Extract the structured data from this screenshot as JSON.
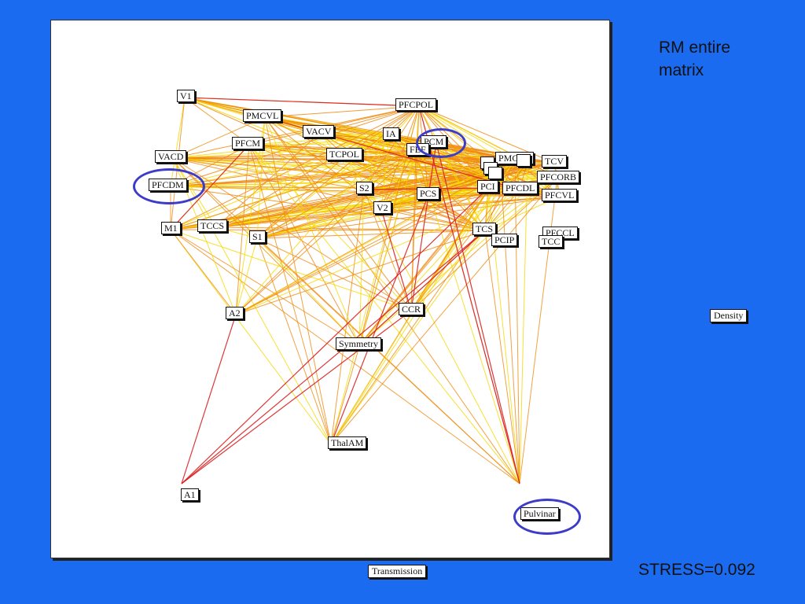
{
  "title": "RM entire matrix",
  "stress": "STRESS=0.092",
  "axis_x_label": "Transmission",
  "axis_y_label": "Density",
  "colors": {
    "background": "#1a6bf0",
    "edge_strong": "#d92020",
    "edge_medium": "#f08a10",
    "edge_weak": "#f5d800",
    "highlight": "#3c3cc8"
  },
  "nodes": [
    {
      "id": "V1",
      "label": "V1"
    },
    {
      "id": "PFCPOL",
      "label": "PFCPOL"
    },
    {
      "id": "PMCVL",
      "label": "PMCVL"
    },
    {
      "id": "VACV",
      "label": "VACV"
    },
    {
      "id": "IA",
      "label": "IA"
    },
    {
      "id": "PCM",
      "label": "PCM"
    },
    {
      "id": "PFCM",
      "label": "PFCM"
    },
    {
      "id": "FEF",
      "label": "FEF"
    },
    {
      "id": "TCPOL",
      "label": "TCPOL"
    },
    {
      "id": "VACD",
      "label": "VACD"
    },
    {
      "id": "PFCDM",
      "label": "PFCDM"
    },
    {
      "id": "S2",
      "label": "S2"
    },
    {
      "id": "PCS",
      "label": "PCS"
    },
    {
      "id": "V2",
      "label": "V2"
    },
    {
      "id": "M1",
      "label": "M1"
    },
    {
      "id": "TCCS",
      "label": "TCCS"
    },
    {
      "id": "S1",
      "label": "S1"
    },
    {
      "id": "TCS",
      "label": "TCS"
    },
    {
      "id": "PCIP",
      "label": "PCIP"
    },
    {
      "id": "PFCCL",
      "label": "PFCCL"
    },
    {
      "id": "TCC",
      "label": "TCC"
    },
    {
      "id": "TCV",
      "label": "TCV"
    },
    {
      "id": "PFCORB",
      "label": "PFCORB"
    },
    {
      "id": "PFCVL",
      "label": "PFCVL"
    },
    {
      "id": "PCI",
      "label": "PCI"
    },
    {
      "id": "PFCDL",
      "label": "PFCDL"
    },
    {
      "id": "PMCDL",
      "label": "PMCDL"
    },
    {
      "id": "A2",
      "label": "A2"
    },
    {
      "id": "CCR",
      "label": "CCR"
    },
    {
      "id": "Symmetry",
      "label": "Symmetry"
    },
    {
      "id": "ThalAM",
      "label": "ThalAM"
    },
    {
      "id": "A1",
      "label": "A1"
    },
    {
      "id": "Pulvinar",
      "label": "Pulvinar"
    }
  ],
  "highlighted_nodes": [
    "PFCDM",
    "PCM",
    "Pulvinar"
  ]
}
